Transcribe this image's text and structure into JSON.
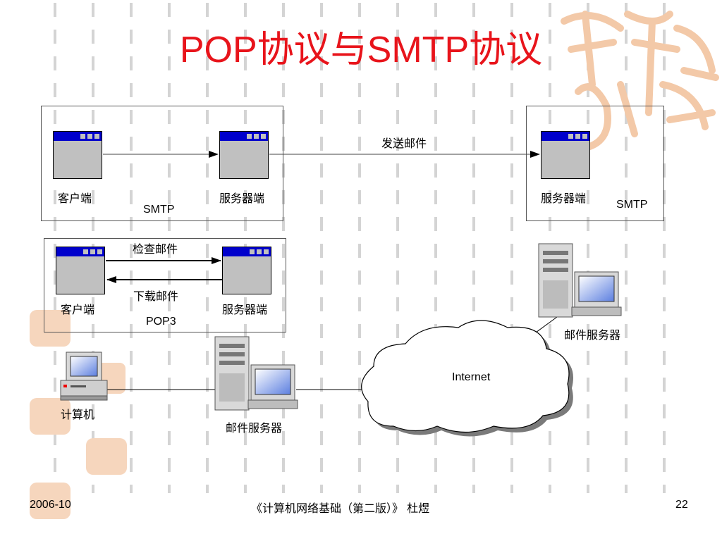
{
  "title": "POP协议与SMTP协议",
  "smtp_box": {
    "client_label": "客户端",
    "server_label": "服务器端",
    "protocol_label": "SMTP"
  },
  "send_mail_label": "发送邮件",
  "remote_box": {
    "server_label": "服务器端",
    "protocol_label": "SMTP"
  },
  "pop3_box": {
    "check_mail_label": "检查邮件",
    "download_mail_label": "下载邮件",
    "client_label": "客户端",
    "server_label": "服务器端",
    "protocol_label": "POP3"
  },
  "network": {
    "computer_label": "计算机",
    "local_mail_server_label": "邮件服务器",
    "remote_mail_server_label": "邮件服务器",
    "cloud_label": "Internet"
  },
  "footer": {
    "date": "2006-10",
    "book": "《计算机网络基础（第二版）》 杜煜",
    "page": "22"
  },
  "colors": {
    "title": "#e8141b",
    "window_bar": "#0000cc",
    "window_body": "#c0c0c0",
    "watermark": "#f3c9a8"
  },
  "icons": {
    "window": "application-window-icon",
    "server": "server-tower-icon",
    "computer": "desktop-computer-icon",
    "cloud": "cloud-icon"
  }
}
